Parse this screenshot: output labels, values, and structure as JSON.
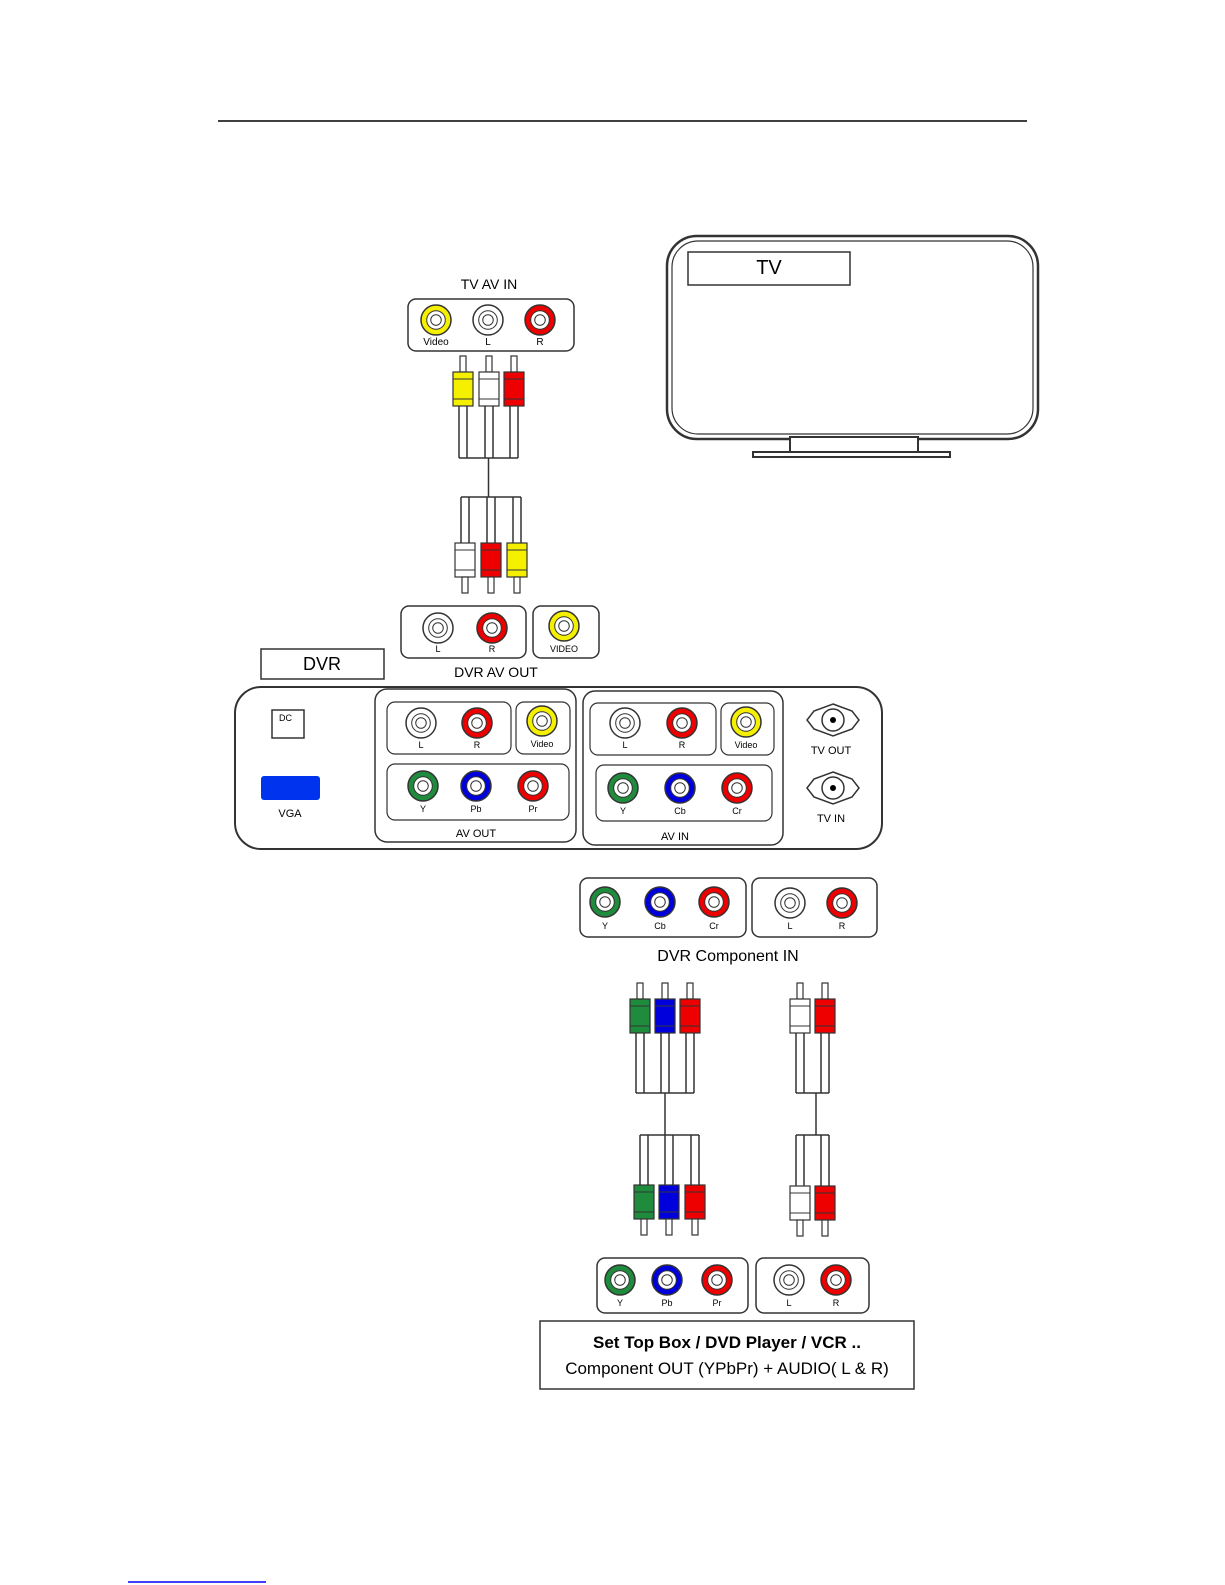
{
  "colors": {
    "yellow": "#f5f000",
    "white": "#ffffff",
    "red": "#ee0000",
    "green": "#1e8c3c",
    "blue": "#0000dd",
    "vga_blue": "#0033ee",
    "outline": "#333333",
    "footer_link": "#0000ff"
  },
  "tv": {
    "label": "TV"
  },
  "tv_av_in": {
    "title": "TV AV IN",
    "jacks": [
      {
        "label": "Video",
        "color": "yellow"
      },
      {
        "label": "L",
        "color": "white"
      },
      {
        "label": "R",
        "color": "red"
      }
    ]
  },
  "dvr_av_out_ext": {
    "title": "DVR AV OUT",
    "audio_jacks": [
      {
        "label": "L",
        "color": "white"
      },
      {
        "label": "R",
        "color": "red"
      }
    ],
    "video_jack": {
      "label": "VIDEO",
      "color": "yellow"
    }
  },
  "dvr": {
    "label": "DVR",
    "dc_label": "DC",
    "vga_label": "VGA",
    "av_out": {
      "title": "AV OUT",
      "audio_jacks": [
        {
          "label": "L",
          "color": "white"
        },
        {
          "label": "R",
          "color": "red"
        }
      ],
      "video_jack": {
        "label": "Video",
        "color": "yellow"
      },
      "component_jacks": [
        {
          "label": "Y",
          "color": "green"
        },
        {
          "label": "Pb",
          "color": "blue"
        },
        {
          "label": "Pr",
          "color": "red"
        }
      ]
    },
    "av_in": {
      "title": "AV IN",
      "audio_jacks": [
        {
          "label": "L",
          "color": "white"
        },
        {
          "label": "R",
          "color": "red"
        }
      ],
      "video_jack": {
        "label": "Video",
        "color": "yellow"
      },
      "component_jacks": [
        {
          "label": "Y",
          "color": "green"
        },
        {
          "label": "Cb",
          "color": "blue"
        },
        {
          "label": "Cr",
          "color": "red"
        }
      ]
    },
    "tv_out_label": "TV OUT",
    "tv_in_label": "TV IN"
  },
  "dvr_component_in": {
    "title": "DVR Component IN",
    "component_jacks": [
      {
        "label": "Y",
        "color": "green"
      },
      {
        "label": "Cb",
        "color": "blue"
      },
      {
        "label": "Cr",
        "color": "red"
      }
    ],
    "audio_jacks": [
      {
        "label": "L",
        "color": "white"
      },
      {
        "label": "R",
        "color": "red"
      }
    ]
  },
  "source_device": {
    "component_jacks": [
      {
        "label": "Y",
        "color": "green"
      },
      {
        "label": "Pb",
        "color": "blue"
      },
      {
        "label": "Pr",
        "color": "red"
      }
    ],
    "audio_jacks": [
      {
        "label": "L",
        "color": "white"
      },
      {
        "label": "R",
        "color": "red"
      }
    ],
    "title_line1": "Set Top Box / DVD Player / VCR ..",
    "title_line2": "Component OUT (YPbPr) + AUDIO( L & R)"
  },
  "cables": {
    "top_plugs": [
      "yellow",
      "white",
      "red"
    ],
    "top_lower_plugs": [
      "white",
      "red",
      "yellow"
    ],
    "component_upper_plugs": [
      "green",
      "blue",
      "red"
    ],
    "component_lower_plugs": [
      "green",
      "blue",
      "red"
    ],
    "audio_upper_plugs": [
      "white",
      "red"
    ],
    "audio_lower_plugs": [
      "white",
      "red"
    ]
  }
}
